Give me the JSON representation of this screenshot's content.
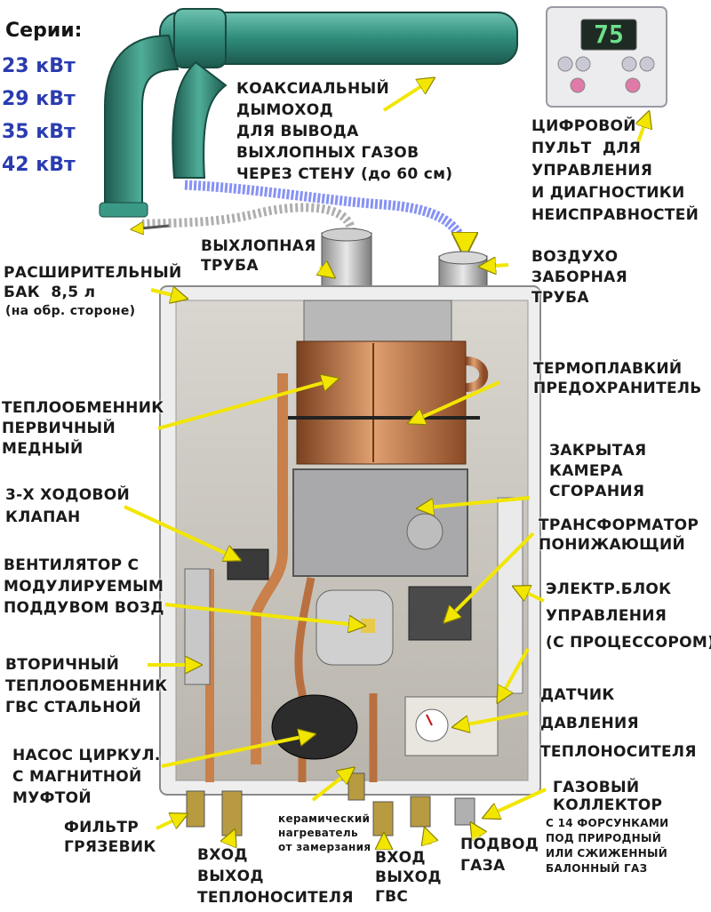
{
  "series": {
    "title": "Серии:",
    "items": [
      "23 кВт",
      "29 кВт",
      "35 кВт",
      "42 кВт"
    ]
  },
  "remote": {
    "display_value": "75"
  },
  "labels": {
    "flue": "КОАКСИАЛЬНЫЙ\nДЫМОХОД\nДЛЯ ВЫВОДА\nВЫХЛОПНЫХ ГАЗОВ\nЧЕРЕЗ СТЕНУ (до 60 см)",
    "remote_panel": "ЦИФРОВОЙ\nПУЛЬТ  ДЛЯ\nУПРАВЛЕНИЯ\nИ ДИАГНОСТИКИ\nНЕИСПРАВНОСТЕЙ",
    "exhaust_pipe": "ВЫХЛОПНАЯ\nТРУБА",
    "air_intake": "ВОЗДУХО\nЗАБОРНАЯ\nТРУБА",
    "expansion_tank": "РАСШИРИТЕЛЬНЫЙ\nБАК  8,5 л",
    "expansion_tank_note": "(на обр. стороне)",
    "thermal_fuse": "ТЕРМОПЛАВКИЙ\nПРЕДОХРАНИТЕЛЬ",
    "primary_hx": "ТЕПЛООБМЕННИК\nПЕРВИЧНЫЙ\nМЕДНЫЙ",
    "combustion_chamber": "ЗАКРЫТАЯ\nКАМЕРА\nСГОРАНИЯ",
    "three_way_valve": "3-Х ХОДОВОЙ\nКЛАПАН",
    "transformer": "ТРАНСФОРМАТОР\nПОНИЖАЮЩИЙ",
    "fan": "ВЕНТИЛЯТОР С\nМОДУЛИРУЕМЫМ\nПОДДУВОМ ВОЗД",
    "control_unit": "ЭЛЕКТР.БЛОК\nУПРАВЛЕНИЯ\n(С ПРОЦЕССОРОМ)",
    "secondary_hx": "ВТОРИЧНЫЙ\nТЕПЛООБМЕННИК\nГВС СТАЛЬНОЙ",
    "pressure_sensor": "ДАТЧИК\nДАВЛЕНИЯ\nТЕПЛОНОСИТЕЛЯ",
    "pump": "НАСОС ЦИРКУЛ.\nС МАГНИТНОЙ\nМУФТОЙ",
    "gas_manifold": "ГАЗОВЫЙ\nКОЛЛЕКТОР",
    "gas_manifold_note": "С 14 ФОРСУНКАМИ\nПОД ПРИРОДНЫЙ\nИЛИ СЖИЖЕННЫЙ\nБАЛОННЫЙ ГАЗ",
    "filter": "ФИЛЬТР\nГРЯЗЕВИК",
    "ceramic_heater": "керамический\nнагреватель\nот замерзания",
    "heating_io": "ВХОД\nВЫХОД\nТЕПЛОНОСИТЕЛЯ",
    "dhw_io": "ВХОД\nВЫХОД\nГВС",
    "gas_supply": "ПОДВОД\nГАЗА"
  },
  "colors": {
    "series_blue": "#2a3cb0",
    "arrow_yellow": "#f2e600",
    "pipe_teal": "#2f8c7a",
    "copper": "#c9804a",
    "casing": "#e6e6e6",
    "display_green": "#6ee08a"
  }
}
